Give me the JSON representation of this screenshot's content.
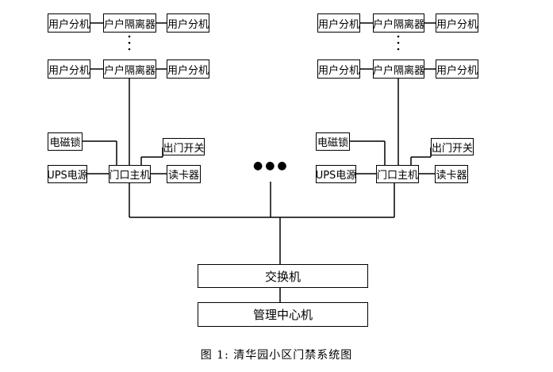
{
  "labels": {
    "user_unit": "用户分机",
    "isolator": "户户隔离器",
    "door_host": "门口主机",
    "lock": "电磁锁",
    "ups": "UPS电源",
    "exit_switch": "出门开关",
    "card_reader": "读卡器",
    "switch": "交换机",
    "center": "管理中心机",
    "ellipsis": "●●●"
  },
  "caption": "图 1: 清华园小区门禁系统图"
}
